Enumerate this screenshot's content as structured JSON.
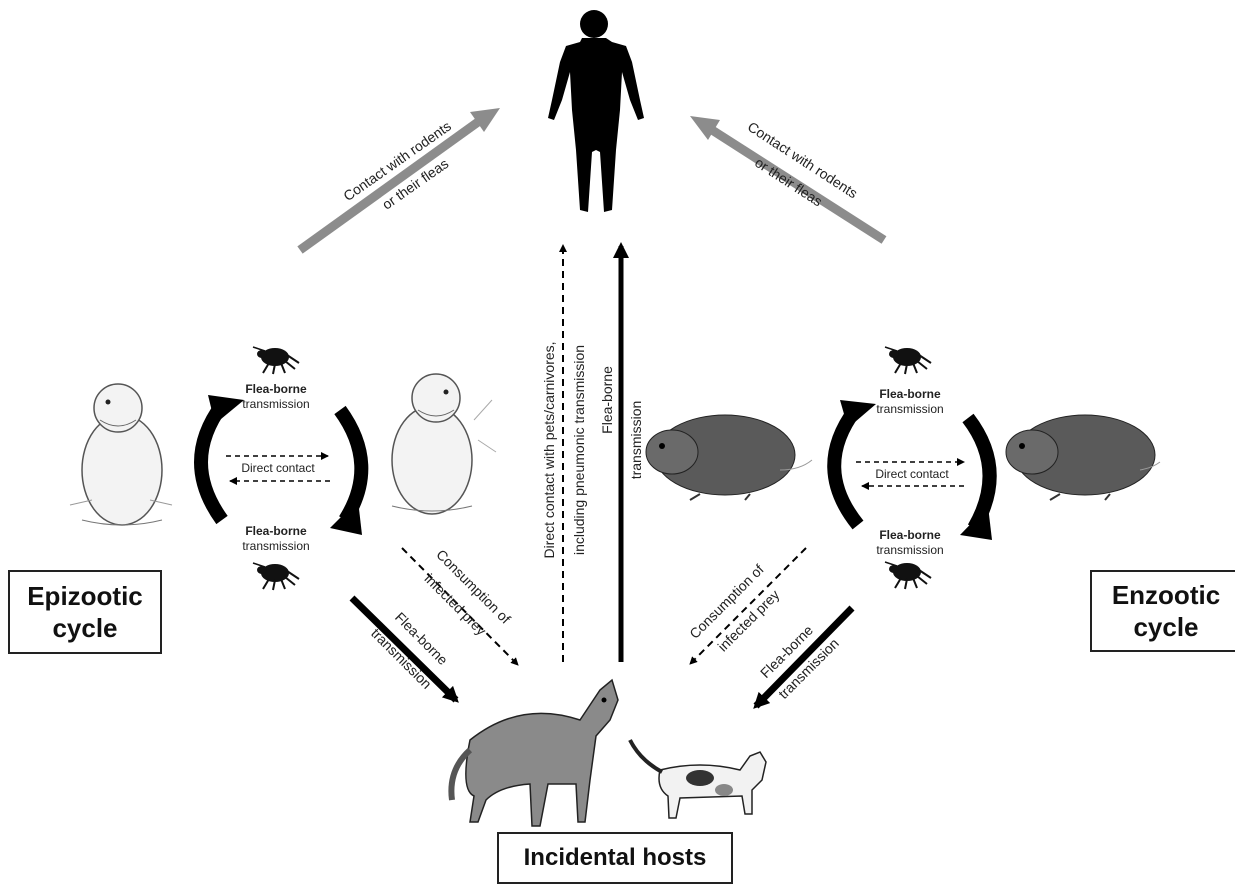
{
  "nodes": {
    "epizootic": {
      "line1": "Epizootic",
      "line2": "cycle"
    },
    "enzootic": {
      "line1": "Enzootic",
      "line2": "cycle"
    },
    "incidental": "Incidental hosts"
  },
  "edges": {
    "contact_left": {
      "line1": "Contact with rodents",
      "line2": "or their fleas"
    },
    "contact_right": {
      "line1": "Contact with rodents",
      "line2": "or their fleas"
    },
    "direct_contact_pets": {
      "line1": "Direct contact with pets/carnivores,",
      "line2": "including pneumonic transmission"
    },
    "flea_borne_vertical": {
      "line1": "Flea-borne",
      "line2": "transmission"
    },
    "consumption_left": {
      "line1": "Consumption of",
      "line2": "infected prey"
    },
    "flea_borne_left": {
      "line1": "Flea-borne",
      "line2": "transmission"
    },
    "consumption_right": {
      "line1": "Consumption of",
      "line2": "infected prey"
    },
    "flea_borne_right": {
      "line1": "Flea-borne",
      "line2": "transmission"
    }
  },
  "cycles": {
    "left": {
      "top_flea": {
        "line1": "Flea-borne",
        "line2": "transmission"
      },
      "direct": "Direct contact",
      "bottom_flea": {
        "line1": "Flea-borne",
        "line2": "transmission"
      }
    },
    "right": {
      "top_flea": {
        "line1": "Flea-borne",
        "line2": "transmission"
      },
      "direct": "Direct contact",
      "bottom_flea": {
        "line1": "Flea-borne",
        "line2": "transmission"
      }
    }
  },
  "colors": {
    "gray_arrow": "#8c8c8c",
    "black": "#000000",
    "dark": "#222222"
  }
}
